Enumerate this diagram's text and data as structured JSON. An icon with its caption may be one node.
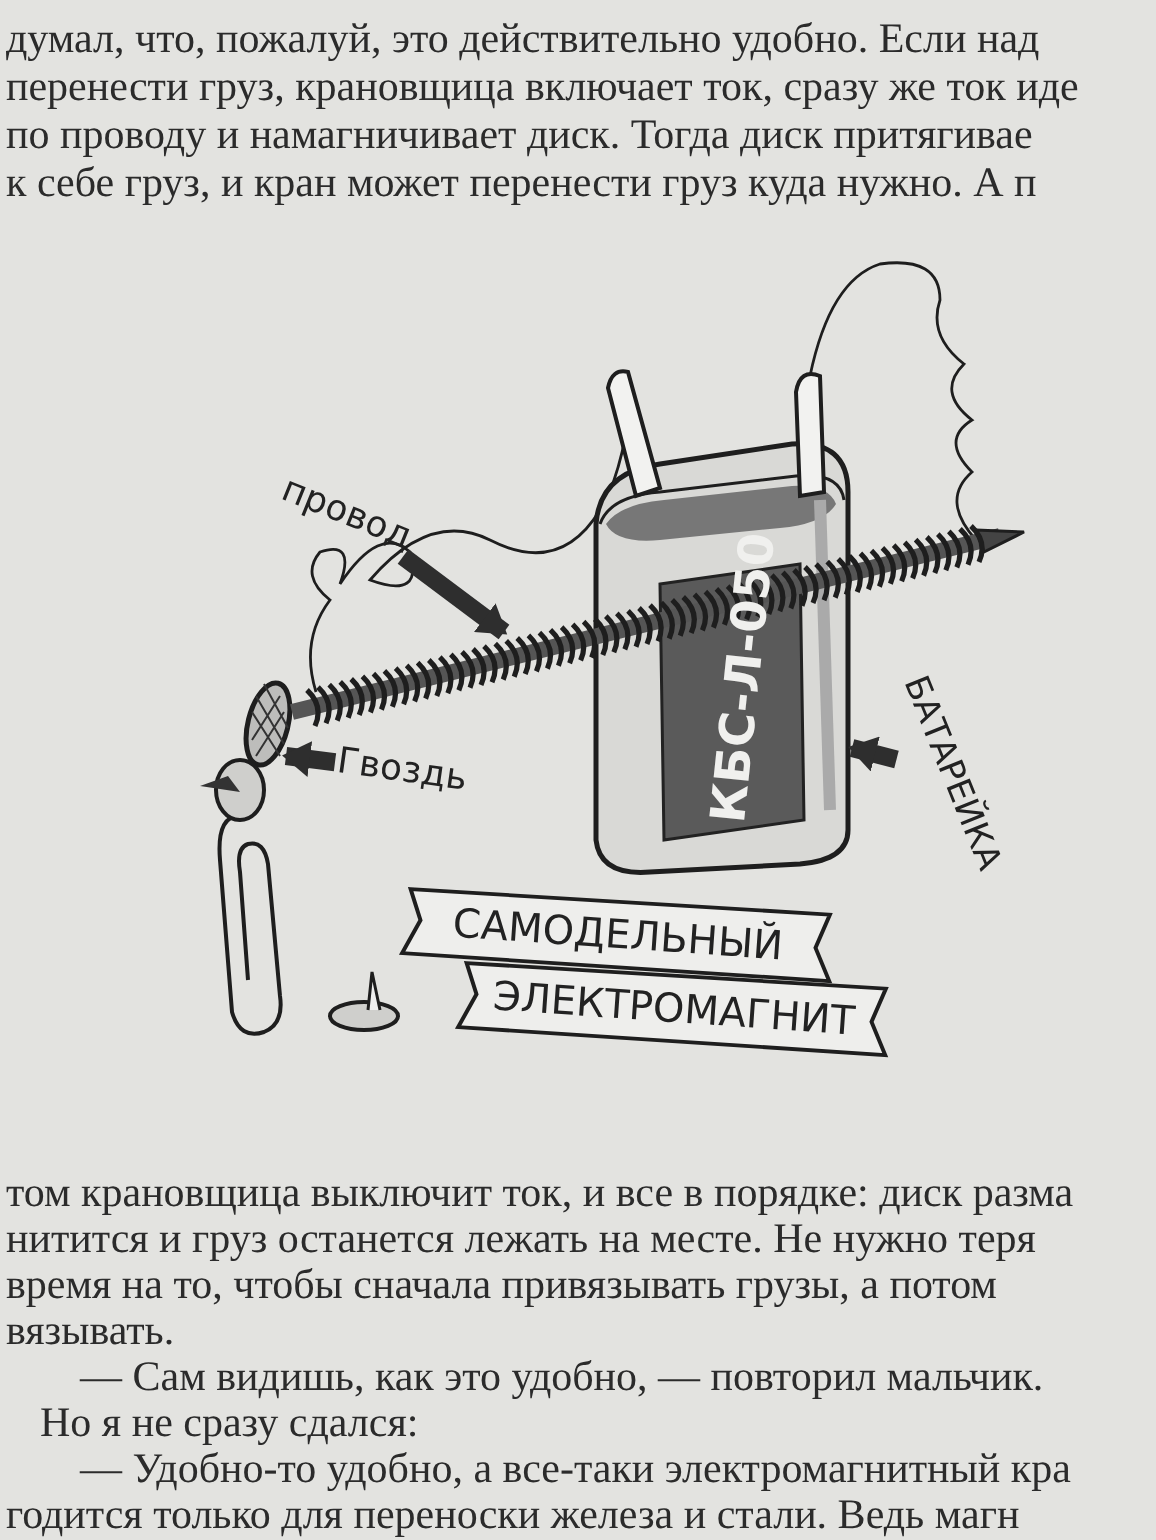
{
  "diagram": {
    "nodes": [
      {
        "text": [
          "провод"
        ]
      },
      {
        "text": [],
        "shape": "picture"
      },
      {
        "text": [
          "Гвоздь"
        ]
      },
      {
        "text": [],
        "shape": "picture"
      },
      {
        "text": [
          "БАТАРЕЙКА"
        ]
      },
      {
        "text": [],
        "shape": "picture"
      },
      {
        "text": [
          "САМОДЕЛЬНЫЙ"
        ]
      },
      {
        "text": [
          "ЭЛЕКТРОМАГНИТ"
        ]
      }
    ],
    "edges": [
      {
        "from": 0,
        "to": 1,
        "arrow": "to"
      },
      {
        "from": 2,
        "to": 3,
        "arrow": "to"
      },
      {
        "from": 4,
        "to": 5,
        "arrow": "to"
      }
    ],
    "labels": [
      "думал, что, пожалуй, это действительно удобно. Если над",
      "перенести груз, крановщица включает ток, сразу же ток иде",
      "по проводу и намагничивает диск. Тогда диск притягивае",
      "к себе груз, и кран может перенести груз куда нужно. А п",
      "КБС-Л-050",
      "том крановщица выключит ток, и все в порядке: диск разма",
      "нитится и груз останется лежать на месте. Не нужно теря",
      "время на то, чтобы сначала привязывать грузы, а потом",
      "вязывать.",
      "— Сам видишь, как это удобно, — повторил мальчик.",
      "Но я не сразу сдался:",
      "— Удобно-то удобно, а все-таки электромагнитный кра",
      "годится только для переноски железа и стали. Ведь магн"
    ]
  }
}
